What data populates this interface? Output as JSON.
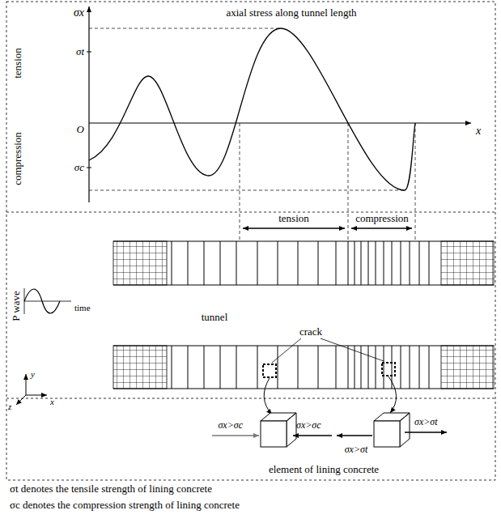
{
  "diagram": {
    "labels": [
      "σx",
      "axial stress along  tunnel length",
      "tension",
      "compression",
      "σt",
      "O",
      "σc",
      "x",
      "tension",
      "compression",
      "P wave",
      "time",
      "tunnel",
      "crack",
      "y",
      "z",
      "x",
      "σx>σc",
      "σx>σc",
      "σx>σt",
      "σx>σt",
      "element of lining concrete",
      "σt denotes the tensile strength of lining concrete",
      "σc denotes the compression strength of lining concrete"
    ]
  }
}
